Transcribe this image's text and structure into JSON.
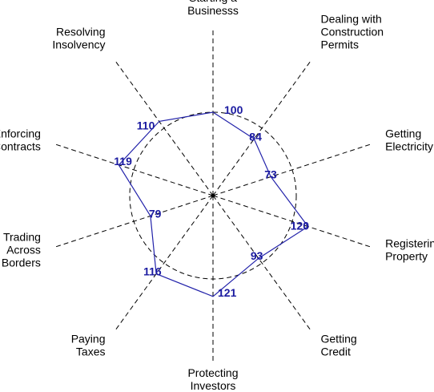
{
  "chart_data": {
    "type": "radar",
    "title": "",
    "categories": [
      [
        "Starting a",
        "Businesss"
      ],
      [
        "Dealing with",
        "Construction",
        "Permits"
      ],
      [
        "Getting",
        "Electricity"
      ],
      [
        "Registering",
        "Property"
      ],
      [
        "Getting",
        "Credit"
      ],
      [
        "Protecting",
        "Investors"
      ],
      [
        "Paying",
        "Taxes"
      ],
      [
        "Trading",
        "Across",
        "Borders"
      ],
      [
        "Enforcing",
        "Contracts"
      ],
      [
        "Resolving",
        "Insolvency"
      ]
    ],
    "values": [
      100,
      84,
      73,
      120,
      93,
      121,
      116,
      79,
      119,
      110
    ],
    "reference_circle": 100,
    "rmax": 130,
    "colors": {
      "series": "#2222aa",
      "value_labels": "#1a1aa0",
      "axes": "#000000"
    }
  }
}
